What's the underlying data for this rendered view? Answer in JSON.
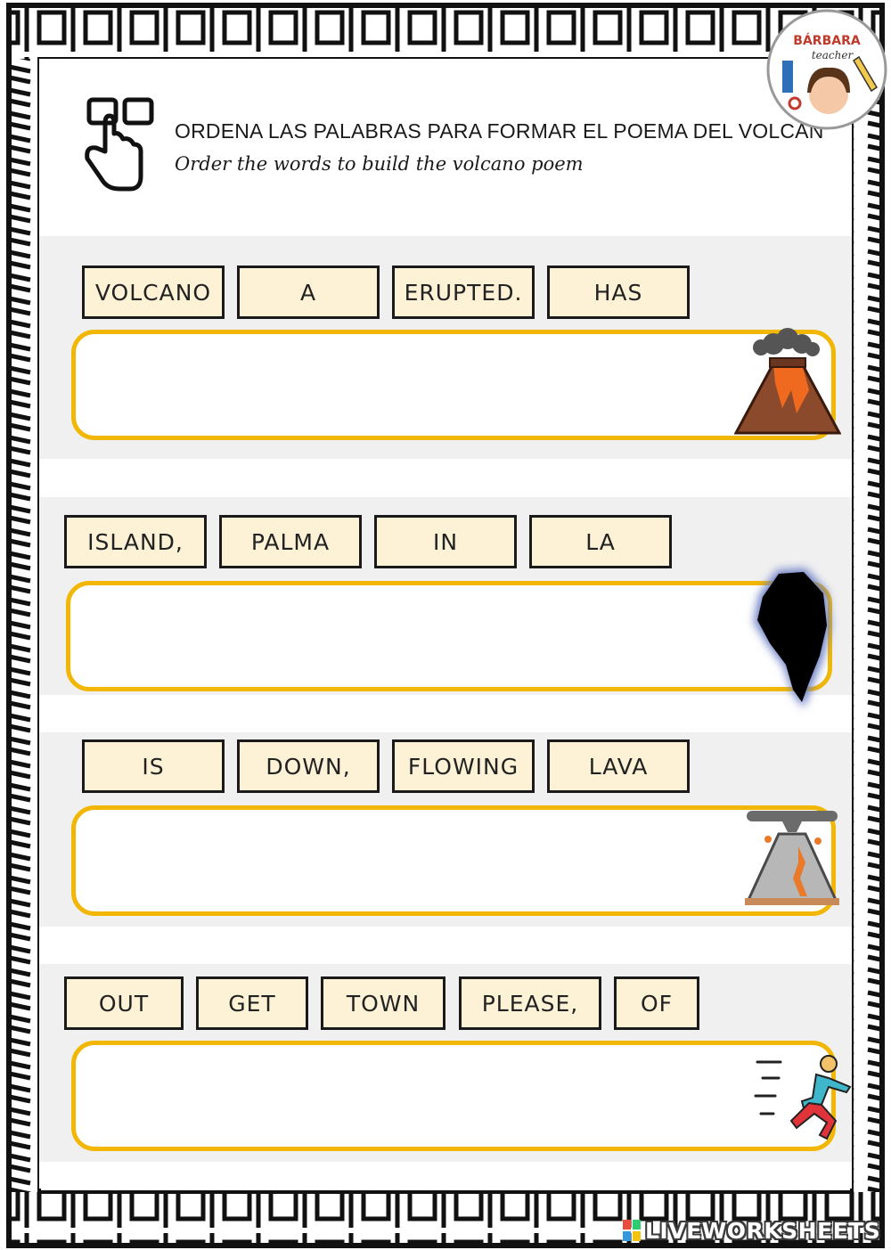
{
  "header": {
    "title_es": "ORDENA LAS PALABRAS PARA FORMAR EL POEMA DEL VOLCÁN",
    "title_en": "Order the words to build the volcano poem",
    "icon": "tap-drag-hand-icon"
  },
  "badge": {
    "line1": "BÁRBARA",
    "line2": "teacher"
  },
  "rows": [
    {
      "words": [
        "VOLCANO",
        "A",
        "ERUPTED.",
        "HAS"
      ],
      "answer": "",
      "image": "erupting-volcano-icon"
    },
    {
      "words": [
        "ISLAND,",
        "PALMA",
        "IN",
        "LA"
      ],
      "answer": "",
      "image": "la-palma-island-silhouette"
    },
    {
      "words": [
        "IS",
        "DOWN,",
        "FLOWING",
        "LAVA"
      ],
      "answer": "",
      "image": "lava-flow-volcano-icon"
    },
    {
      "words": [
        "OUT",
        "GET",
        "TOWN",
        "PLEASE,",
        "OF"
      ],
      "answer": "",
      "image": "running-person-icon"
    }
  ],
  "footer": {
    "brand": "LIVEWORKSHEETS"
  },
  "colors": {
    "answer_border": "#f2b705",
    "word_bg": "#fdf1d6",
    "section_bg": "#f0f0f0"
  }
}
